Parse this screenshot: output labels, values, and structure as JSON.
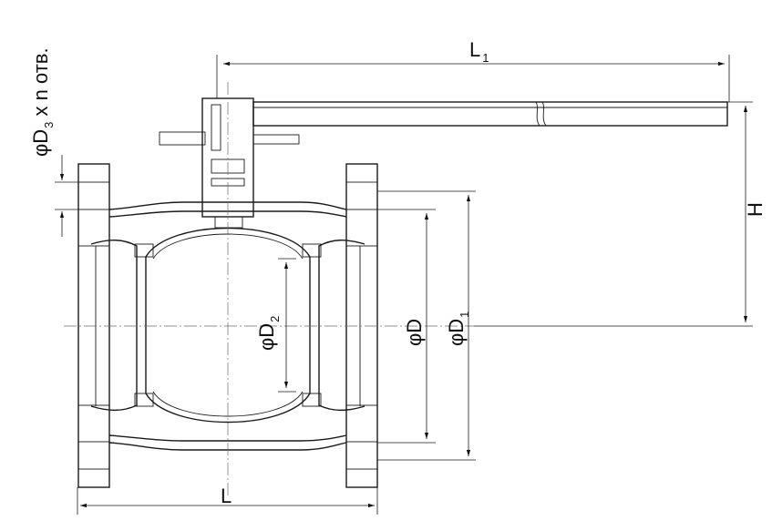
{
  "labels": {
    "L1": "L",
    "L1_sub": "1",
    "L": "L",
    "H": "H",
    "D": "φD",
    "D1": "φD",
    "D1_sub": "1",
    "D2": "φD",
    "D2_sub": "2",
    "D3_prefix": "φD",
    "D3_sub": "3",
    "D3_suffix": " x n отв."
  }
}
